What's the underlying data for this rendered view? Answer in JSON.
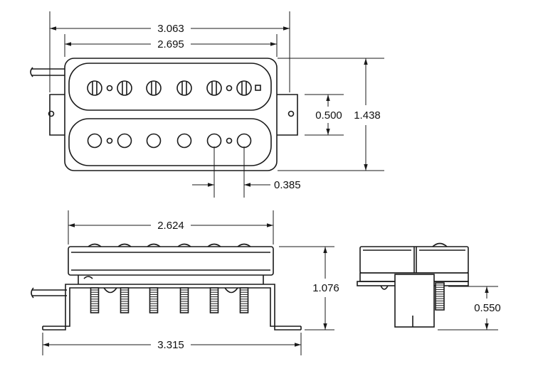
{
  "dimensions": {
    "overall_width_top": "3.063",
    "cover_width_top": "2.695",
    "pole_row_spacing": "0.500",
    "overall_height_top": "1.438",
    "pole_spacing": "0.385",
    "cover_width_front": "2.624",
    "overall_height_front": "1.076",
    "baseplate_width_front": "3.315",
    "screw_length_side": "0.550"
  },
  "colors": {
    "line": "#1a1a1a",
    "background": "#ffffff"
  }
}
